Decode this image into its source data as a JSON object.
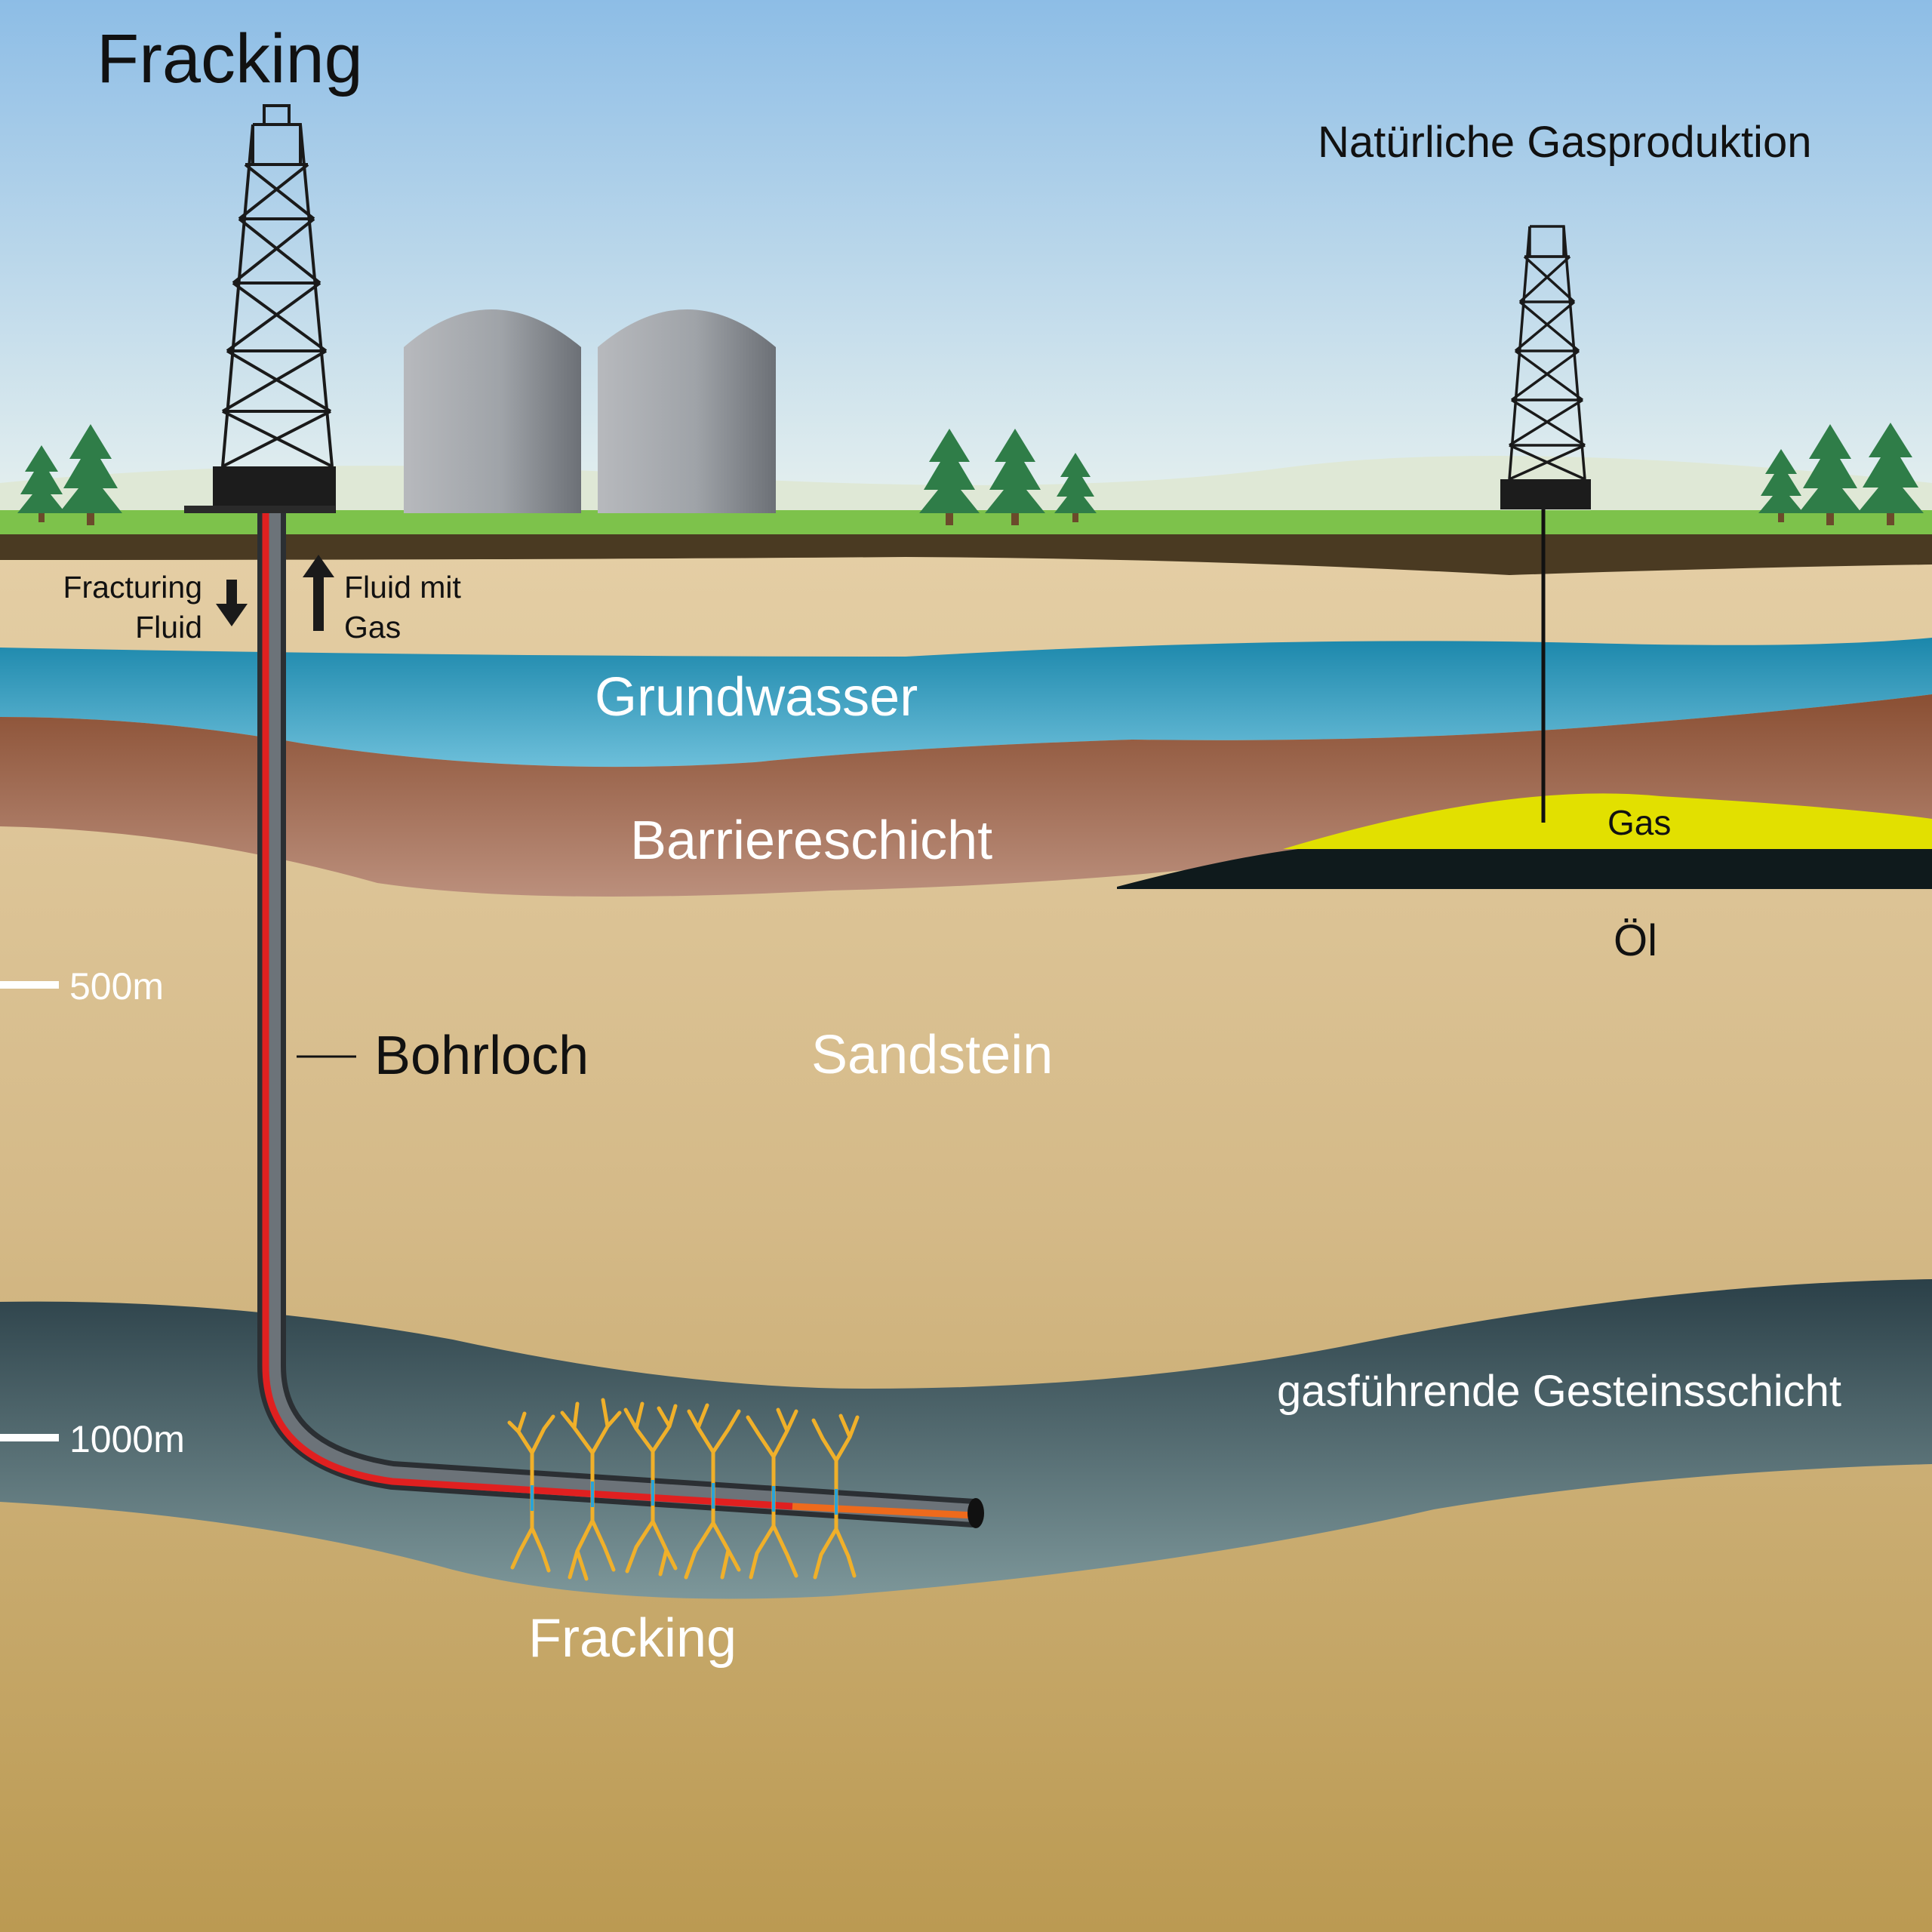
{
  "title": "Fracking",
  "natural_title": "Natürliche Gasproduktion",
  "flow": {
    "down_line1": "Fracturing",
    "down_line2": "Fluid",
    "up_line1": "Fluid mit",
    "up_line2": "Gas"
  },
  "layers": {
    "groundwater": "Grundwasser",
    "barrier": "Barriereschicht",
    "sandstone": "Sandstein",
    "gas_rock": "gasführende Gesteinsschicht",
    "gas": "Gas",
    "oil": "Öl"
  },
  "borehole_label": "Bohrloch",
  "fracking_label": "Fracking",
  "depth_marks": [
    "500m",
    "1000m"
  ],
  "colors": {
    "sky_top": "#8fbfe6",
    "grass": "#7dc24b",
    "topsoil": "#4a3a22",
    "sand": "#e2cba0",
    "groundwater": "#2a9dbf",
    "barrier": "#9a5a3c",
    "gas_rock": "#3d5560",
    "gas": "#e2e000",
    "oil": "#0f1a1c",
    "fracture": "#f0b02a",
    "fluid_pipe": "#e02020"
  }
}
